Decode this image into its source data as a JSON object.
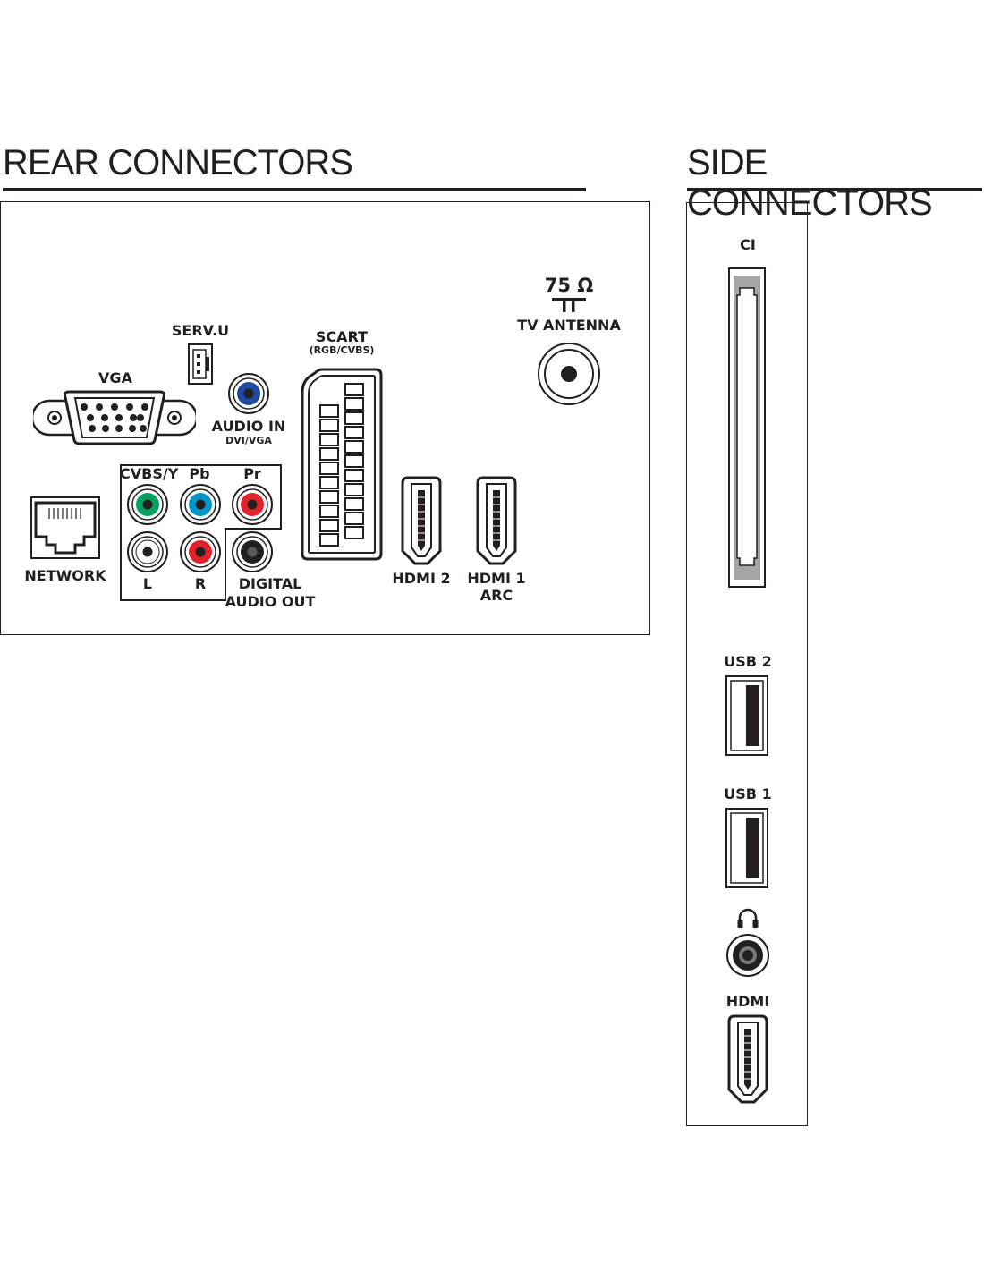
{
  "rear": {
    "title": "REAR CONNECTORS",
    "vga": "VGA",
    "serv_u": "SERV.U",
    "audio_in": "AUDIO IN",
    "audio_in_sub": "DVI/VGA",
    "scart": "SCART",
    "scart_sub": "(RGB/CVBS)",
    "antenna_ohm": "75 Ω",
    "antenna": "TV ANTENNA",
    "cvbs_y": "CVBS/Y",
    "pb": "Pb",
    "pr": "Pr",
    "left": "L",
    "right": "R",
    "network": "NETWORK",
    "digital_audio_out_1": "DIGITAL",
    "digital_audio_out_2": "AUDIO OUT",
    "hdmi2": "HDMI 2",
    "hdmi1": "HDMI 1",
    "hdmi1_sub": "ARC"
  },
  "side": {
    "title": "SIDE CONNECTORS",
    "ci": "CI",
    "usb2": "USB 2",
    "usb1": "USB 1",
    "hdmi": "HDMI"
  },
  "colors": {
    "ink": "#231f20",
    "green": "#00a261",
    "blue_pb": "#0097c8",
    "blue_audio": "#1f4aa0",
    "red": "#e2222b",
    "ci_slot": "#a6a6a6"
  },
  "icons": {
    "headphones": "headphones-icon",
    "antenna": "antenna-symbol-icon"
  }
}
